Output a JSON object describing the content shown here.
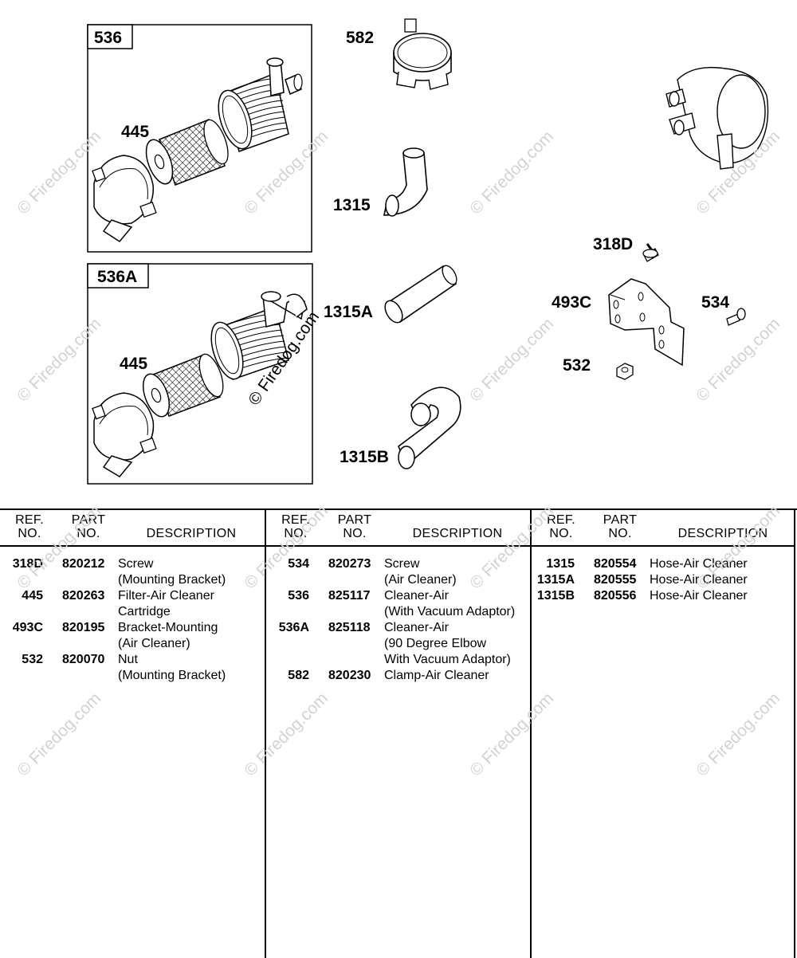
{
  "callouts": {
    "box_536": "536",
    "box_536a": "536A",
    "filter_top": "445",
    "filter_bottom": "445",
    "clamp": "582",
    "hose_1315": "1315",
    "hose_1315a": "1315A",
    "hose_1315b": "1315B",
    "screw_318d": "318D",
    "bracket_493c": "493C",
    "screw_534": "534",
    "nut_532": "532"
  },
  "watermark": {
    "text": "© Firedog.com",
    "center_text": "© Firedog.com"
  },
  "table": {
    "headers": {
      "ref": "REF.\nNO.",
      "part": "PART\nNO.",
      "desc": "DESCRIPTION"
    },
    "columns": [
      [
        {
          "ref": "318D",
          "part": "820212",
          "desc": "Screw\n(Mounting Bracket)"
        },
        {
          "ref": "445",
          "part": "820263",
          "desc": "Filter-Air Cleaner\nCartridge"
        },
        {
          "ref": "493C",
          "part": "820195",
          "desc": "Bracket-Mounting\n(Air Cleaner)"
        },
        {
          "ref": "532",
          "part": "820070",
          "desc": "Nut\n(Mounting Bracket)"
        }
      ],
      [
        {
          "ref": "534",
          "part": "820273",
          "desc": "Screw\n(Air Cleaner)"
        },
        {
          "ref": "536",
          "part": "825117",
          "desc": "Cleaner-Air\n(With Vacuum Adaptor)"
        },
        {
          "ref": "536A",
          "part": "825118",
          "desc": "Cleaner-Air\n(90 Degree Elbow\nWith Vacuum Adaptor)"
        },
        {
          "ref": "582",
          "part": "820230",
          "desc": "Clamp-Air Cleaner"
        }
      ],
      [
        {
          "ref": "1315",
          "part": "820554",
          "desc": "Hose-Air Cleaner"
        },
        {
          "ref": "1315A",
          "part": "820555",
          "desc": "Hose-Air Cleaner"
        },
        {
          "ref": "1315B",
          "part": "820556",
          "desc": "Hose-Air Cleaner"
        }
      ]
    ]
  }
}
